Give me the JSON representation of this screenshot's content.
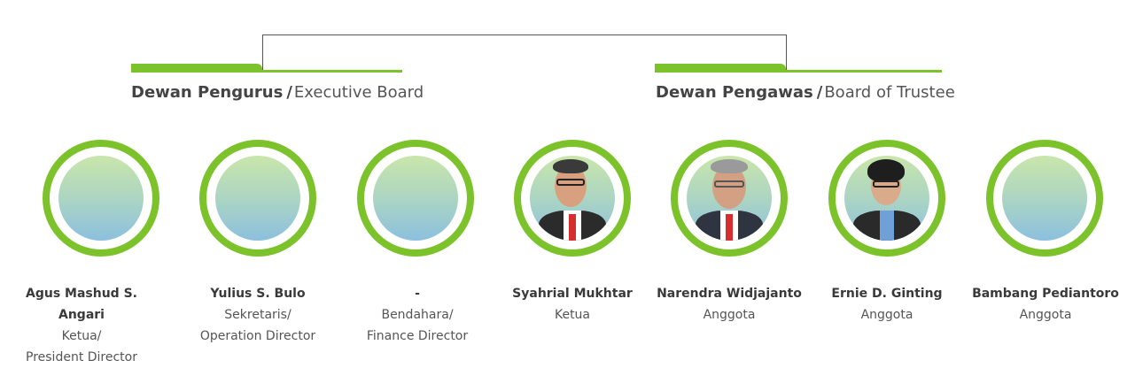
{
  "groups": {
    "executive": {
      "title_bold": "Dewan Pengurus",
      "slash": "/",
      "title_light": "Executive Board"
    },
    "trustee": {
      "title_bold": "Dewan Pengawas",
      "slash": "/",
      "title_light": "Board of Trustee"
    }
  },
  "members": [
    {
      "name": "Agus Mashud S. Angari",
      "role_id": "Ketua/",
      "role_en": "President Director"
    },
    {
      "name": "Yulius S. Bulo",
      "role_id": "Sekretaris/",
      "role_en": "Operation Director"
    },
    {
      "name": "-",
      "role_id": "Bendahara/",
      "role_en": "Finance Director"
    },
    {
      "name": "Syahrial Mukhtar",
      "role_id": "Ketua",
      "role_en": ""
    },
    {
      "name": "Narendra Widjajanto",
      "role_id": "Anggota",
      "role_en": ""
    },
    {
      "name": "Ernie D. Ginting",
      "role_id": "Anggota",
      "role_en": ""
    },
    {
      "name": "Bambang Pediantoro",
      "role_id": "Anggota",
      "role_en": ""
    }
  ],
  "colors": {
    "accent": "#7cc22a",
    "text": "#555555",
    "name": "#3a3a3a"
  }
}
